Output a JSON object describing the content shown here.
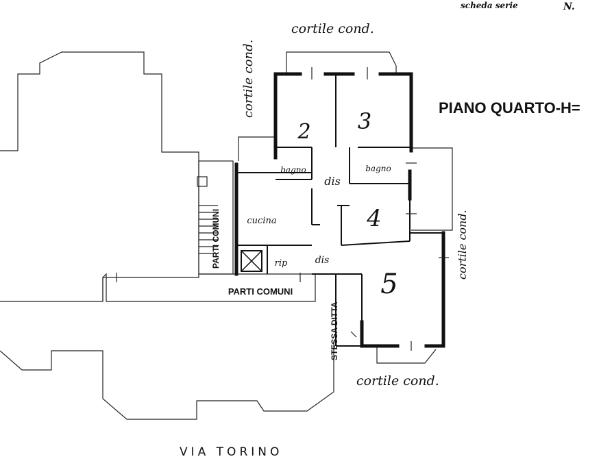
{
  "plan": {
    "title": "PIANO QUARTO-H=",
    "header_note": "scheda serie",
    "header_code": "N.",
    "street": "VIA TORINO",
    "courtyard_top": "cortile cond.",
    "courtyard_left": "cortile cond.",
    "courtyard_right": "cortile cond.",
    "courtyard_bottom": "cortile cond.",
    "common_parts_vertical": "PARTI COMUNI",
    "common_parts_horizontal": "PARTI COMUNI",
    "other_owner": "STESSA DITTA"
  },
  "rooms": [
    {
      "label": "2"
    },
    {
      "label": "3"
    },
    {
      "label": "4"
    },
    {
      "label": "5"
    },
    {
      "label": "cucina"
    },
    {
      "label": "bagno"
    },
    {
      "label": "bagno"
    },
    {
      "label": "dis"
    },
    {
      "label": "dis"
    },
    {
      "label": "rip"
    }
  ]
}
